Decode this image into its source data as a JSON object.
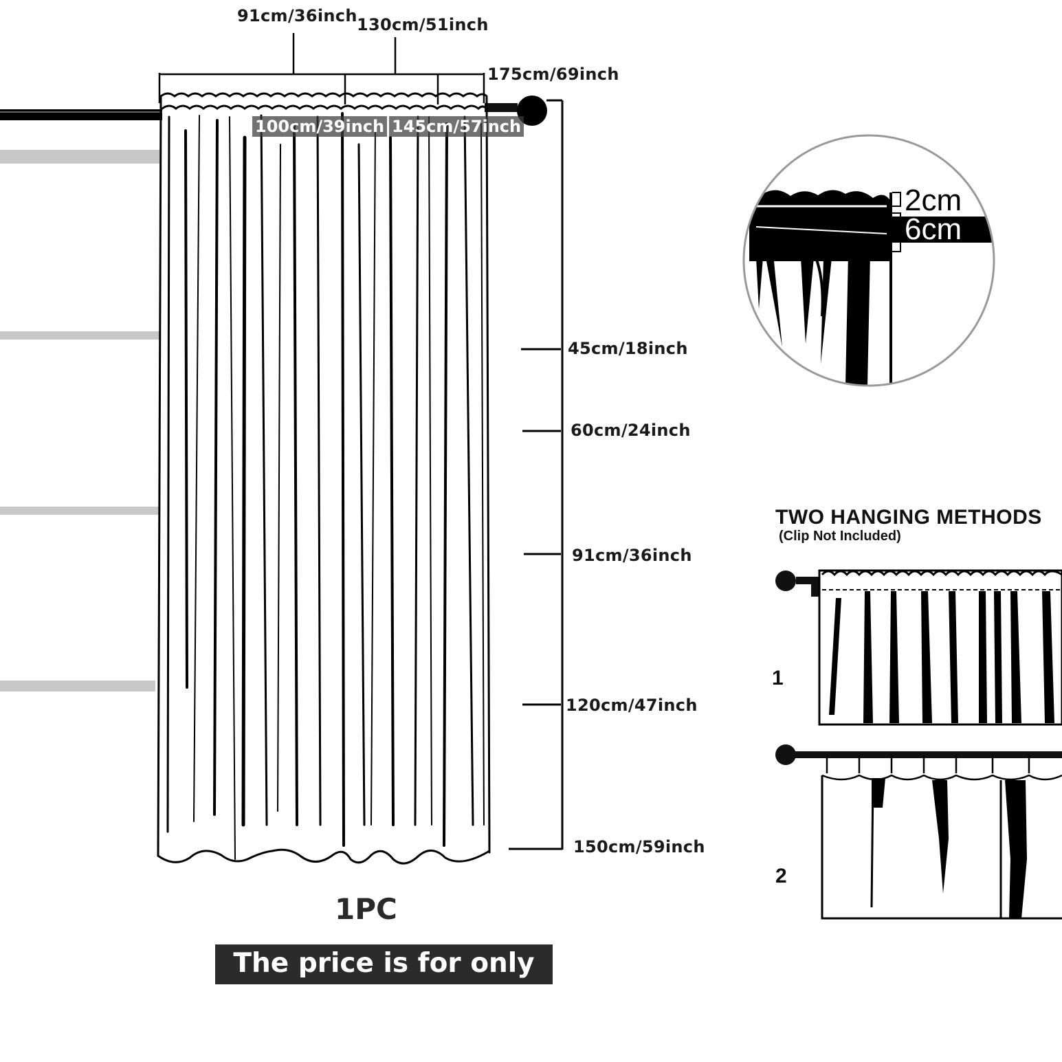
{
  "widths": {
    "w91": "91cm/36inch",
    "w130": "130cm/51inch",
    "w175": "175cm/69inch",
    "w100": "100cm/39inch",
    "w145": "145cm/57inch"
  },
  "lengths": {
    "l45": "45cm/18inch",
    "l60": "60cm/24inch",
    "l91": "91cm/36inch",
    "l120": "120cm/47inch",
    "l150": "150cm/59inch"
  },
  "detail": {
    "header_height": "2cm",
    "pocket_height": "6cm"
  },
  "quantity": "1PC",
  "price_note": "The price is for only 1PC",
  "methods": {
    "title": "TWO HANGING METHODS",
    "note": "(Clip Not Included)",
    "method_1": "1",
    "method_2": "2"
  },
  "icons": {
    "rod": "curtain-rod-icon",
    "finial": "rod-finial-icon",
    "clip": "curtain-clip-icon"
  },
  "colors": {
    "ink": "#000000",
    "window_frame": "#c8c8c8",
    "tag_bg": "#3c3c3c",
    "price_bg": "#2b2b2b"
  }
}
